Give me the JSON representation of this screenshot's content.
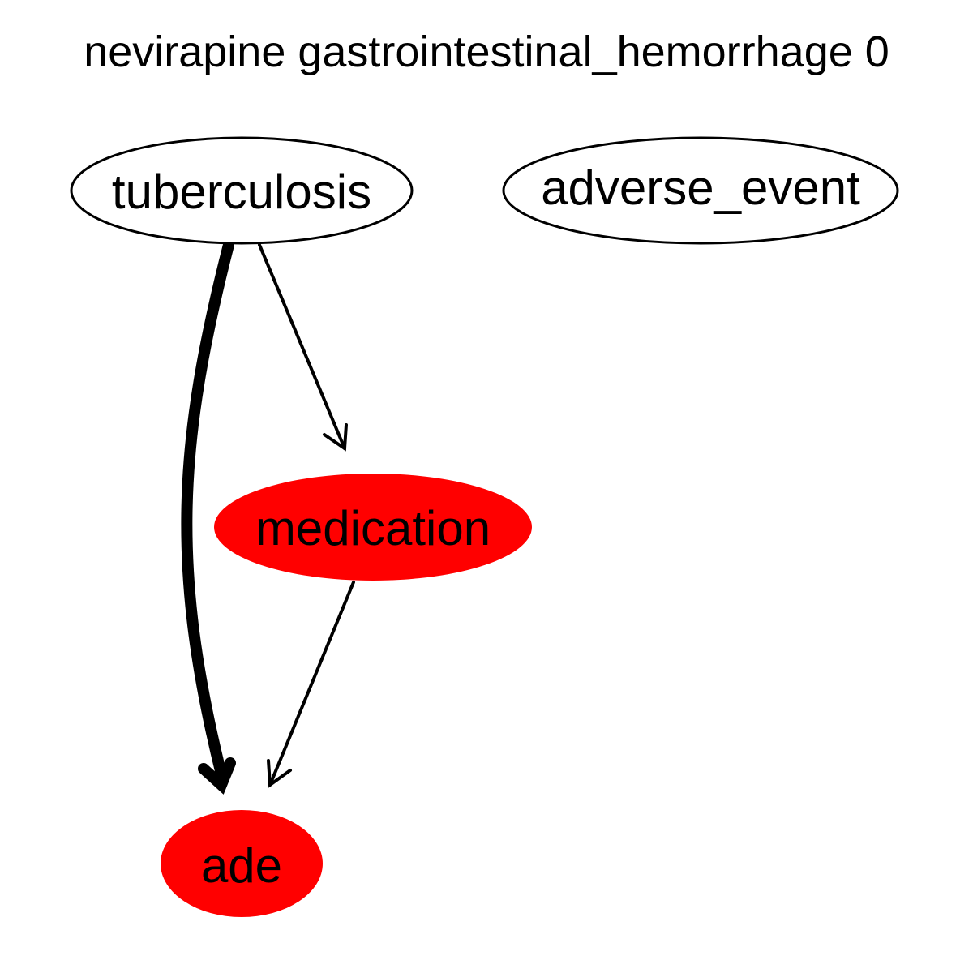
{
  "title": "nevirapine gastrointestinal_hemorrhage 0",
  "colors": {
    "highlight": "#ff0000",
    "plain_fill": "#ffffff",
    "stroke": "#000000"
  },
  "nodes": [
    {
      "id": "tuberculosis",
      "label": "tuberculosis",
      "highlighted": false
    },
    {
      "id": "adverse_event",
      "label": "adverse_event",
      "highlighted": false
    },
    {
      "id": "medication",
      "label": "medication",
      "highlighted": true
    },
    {
      "id": "ade",
      "label": "ade",
      "highlighted": true
    }
  ],
  "edges": [
    {
      "from": "tuberculosis",
      "to": "ade",
      "emphasis": "strong"
    },
    {
      "from": "tuberculosis",
      "to": "medication",
      "emphasis": "normal"
    },
    {
      "from": "medication",
      "to": "ade",
      "emphasis": "normal"
    }
  ]
}
